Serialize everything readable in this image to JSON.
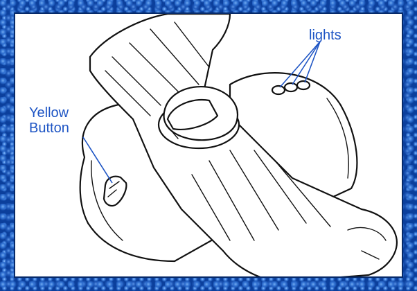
{
  "labels": {
    "lights": "lights",
    "yellow_button_line1": "Yellow",
    "yellow_button_line2": "Button"
  },
  "colors": {
    "border_blue": "#0b3f9c",
    "label_blue": "#1d54c4",
    "outline": "#111111"
  }
}
